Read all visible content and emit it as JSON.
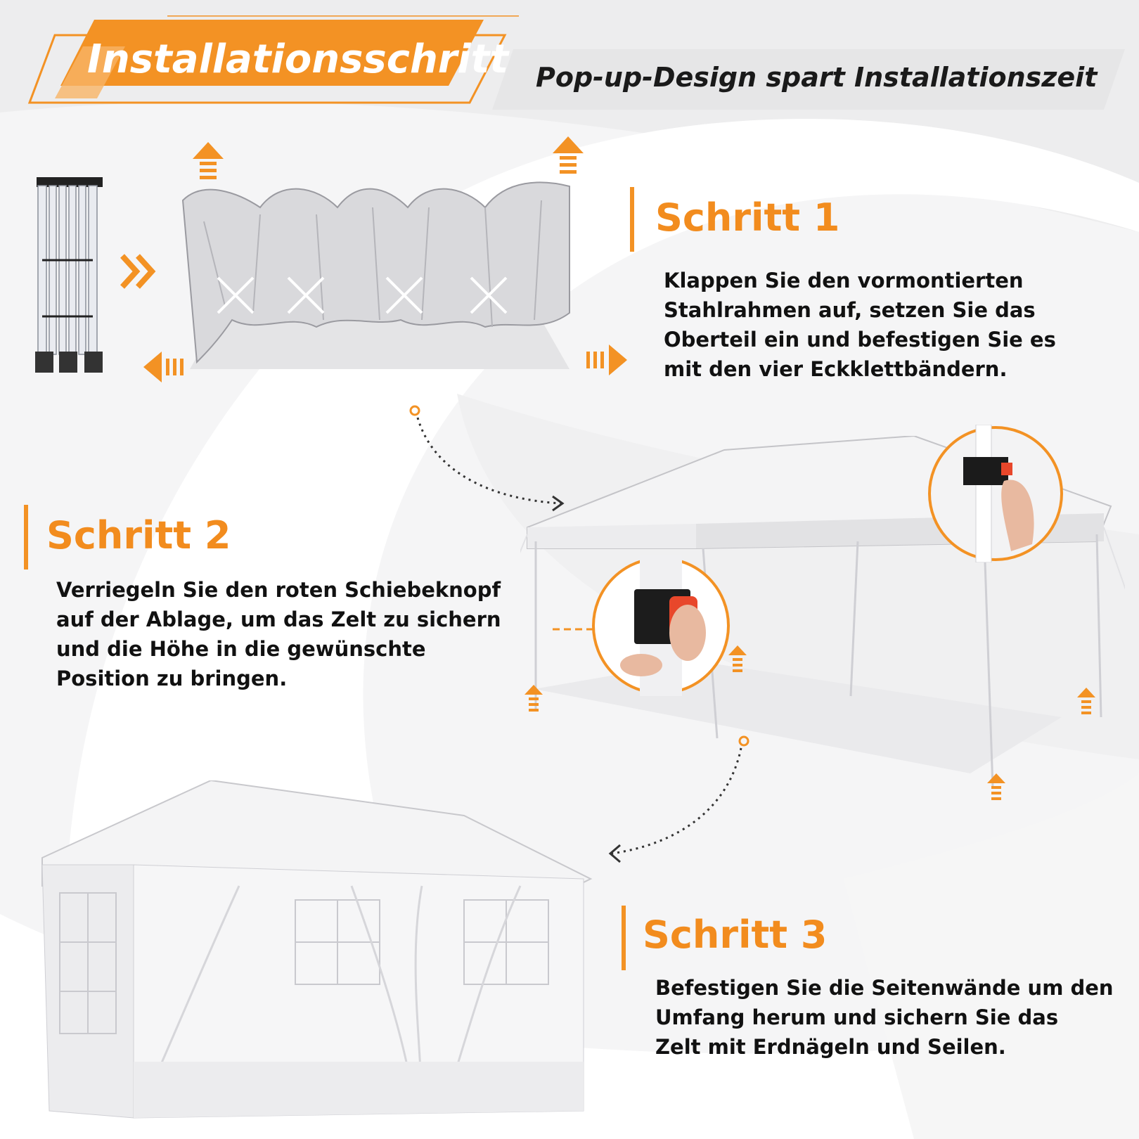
{
  "header": {
    "title": "Installationsschritte",
    "subtitle": "Pop-up-Design spart Installationszeit"
  },
  "steps": [
    {
      "title": "Schritt 1",
      "lines": [
        "Klappen Sie den vormontierten",
        "Stahlrahmen auf, setzen Sie das",
        "Oberteil ein und befestigen Sie es",
        "mit den vier Eckklettbändern."
      ]
    },
    {
      "title": "Schritt 2",
      "lines": [
        "Verriegeln Sie den roten Schiebeknopf",
        "auf der Ablage, um das Zelt zu sichern",
        "und die Höhe in die gewünschte",
        "Position zu bringen."
      ]
    },
    {
      "title": "Schritt 3",
      "lines": [
        "Befestigen Sie die Seitenwände um den",
        "Umfang herum und sichern Sie das",
        "Zelt mit Erdnägeln und Seilen."
      ]
    }
  ],
  "colors": {
    "accent": "#f39224",
    "accent_light": "#f8c98f",
    "text": "#111111",
    "button_red": "#e8472b"
  },
  "icons": {
    "arrow": "double-chevron-right-icon",
    "expand": "arrow-outward-icon",
    "lift": "arrow-up-icon"
  }
}
